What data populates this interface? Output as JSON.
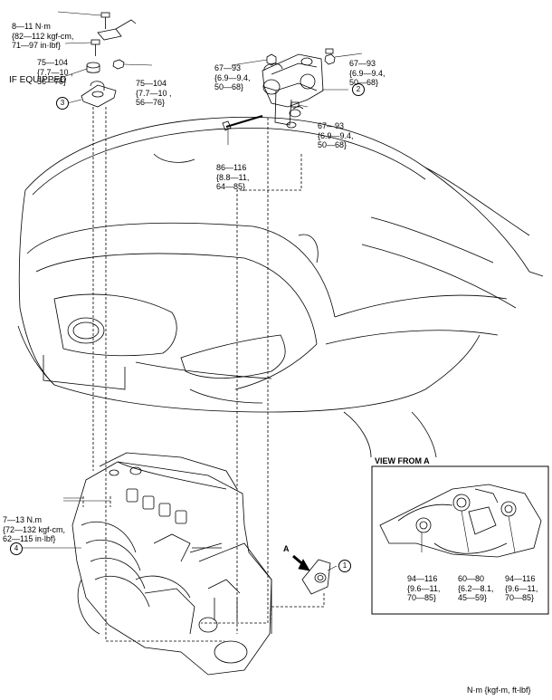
{
  "callouts": {
    "c1": "1",
    "c2": "2",
    "c3": "3",
    "c4": "4"
  },
  "if_equipped": "IF EQUIPPED",
  "arrow_a": "A",
  "view_from_a": "VIEW FROM A",
  "units_note": "N·m {kgf-m, ft-lbf}",
  "torque": {
    "t1": [
      "8—11 N·m",
      "{82—112 kgf-cm,",
      "71—97 in·lbf}"
    ],
    "t2": [
      "75—104",
      "{7.7—10 ,",
      "56—76}"
    ],
    "t3": [
      "75—104",
      "{7.7—10 ,",
      "56—76}"
    ],
    "t4": [
      "67—93",
      "{6.9—9.4,",
      "50—68}"
    ],
    "t5": [
      "67—93",
      "{6.9—9.4,",
      "50—68}"
    ],
    "t6": [
      "67—93",
      "{6.9—9.4,",
      "50—68}"
    ],
    "t7": [
      "86—116",
      "{8.8—11,",
      "64—85}"
    ],
    "t8": [
      "7—13 N.m",
      "{72—132 kgf-cm,",
      "62—115 in·lbf}"
    ],
    "t9": [
      "94—116",
      "{9.6—11,",
      "70—85}"
    ],
    "t10": [
      "60—80",
      "{6.2—8.1,",
      "45—59}"
    ],
    "t11": [
      "94—116",
      "{9.6—11,",
      "70—85}"
    ]
  }
}
